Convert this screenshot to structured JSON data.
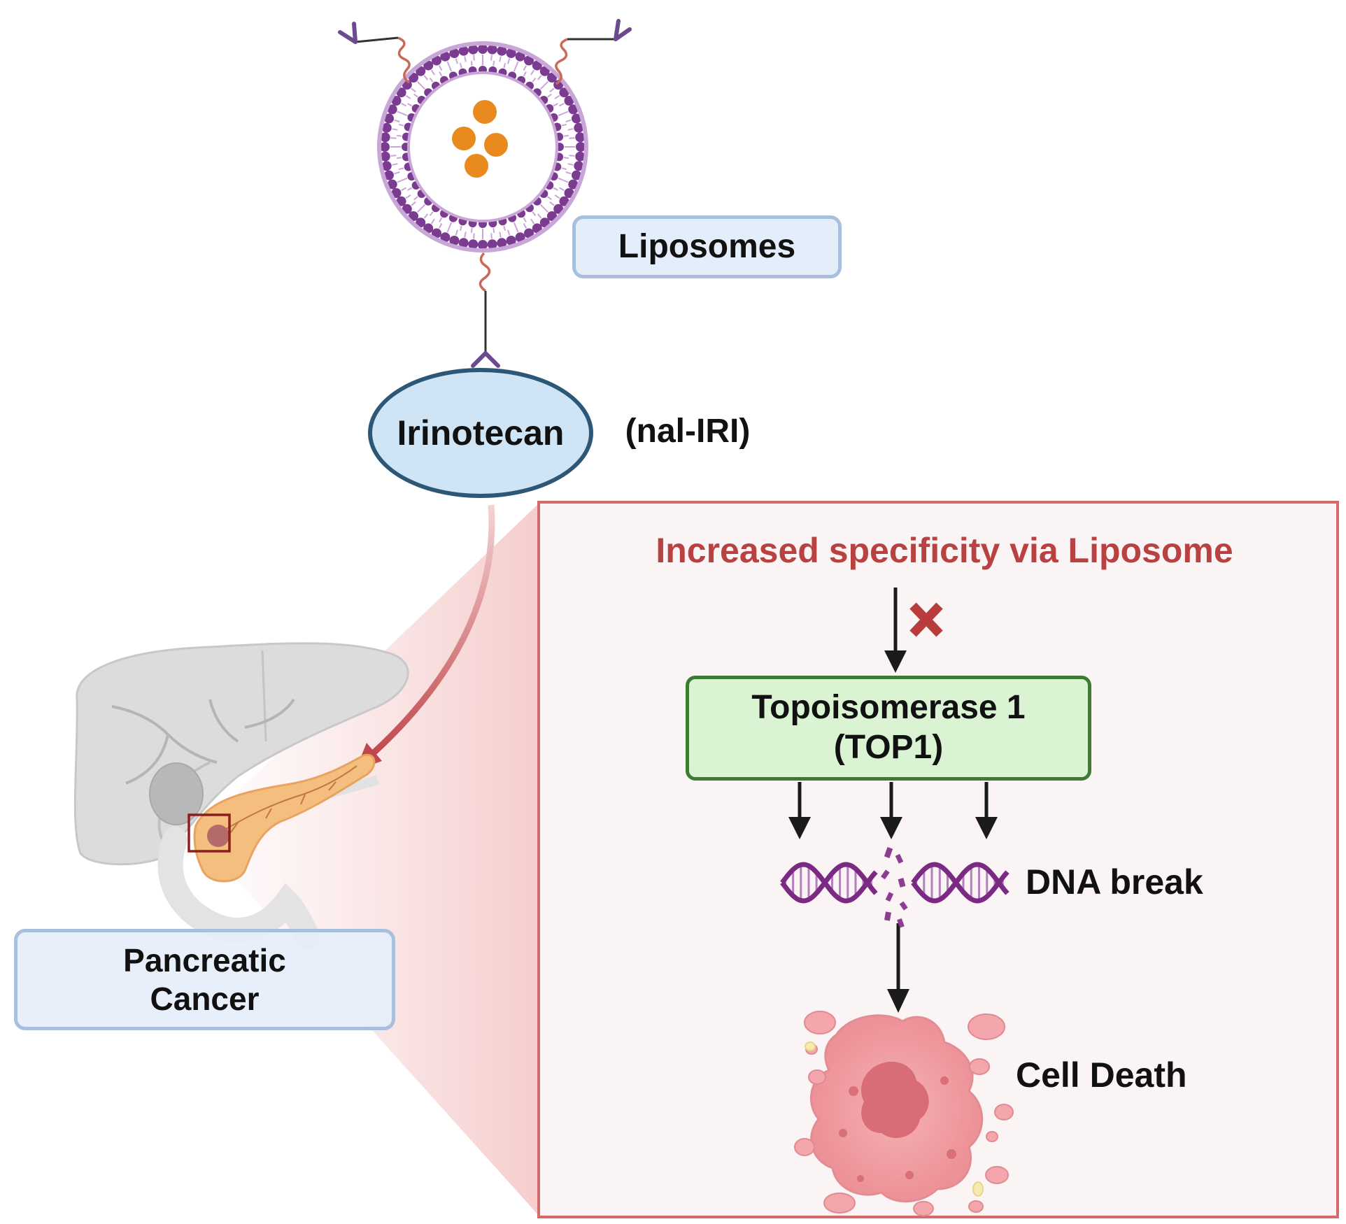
{
  "labels": {
    "liposomes": "Liposomes",
    "irinotecan": "Irinotecan",
    "nal_iri": "(nal-IRI)",
    "panel_title": "Increased specificity via Liposome",
    "top1_line1": "Topoisomerase 1",
    "top1_line2": "(TOP1)",
    "dna_break": "DNA break",
    "cell_death": "Cell Death",
    "pancreatic_line1": "Pancreatic",
    "pancreatic_line2": "Cancer"
  },
  "icons": {
    "liposome": "liposome-icon",
    "antibody": "antibody-icon",
    "drug": "drug-particle-icon",
    "organ": "liver-pancreas-icon",
    "dna": "dna-helix-icon",
    "cell": "dying-cell-icon",
    "inhibit": "x-mark-icon"
  },
  "colors": {
    "membrane": "#7a3b91",
    "membrane_light": "#c9a6d8",
    "drug": "#e98a1f",
    "panel_border": "#d56a6a",
    "panel_bg": "#fbf5f5",
    "title_red": "#b84141",
    "cell": "#ef9ea4",
    "dna": "#7b2a84",
    "pancreas": "#f3be7e",
    "liver": "#d9d9d9"
  }
}
